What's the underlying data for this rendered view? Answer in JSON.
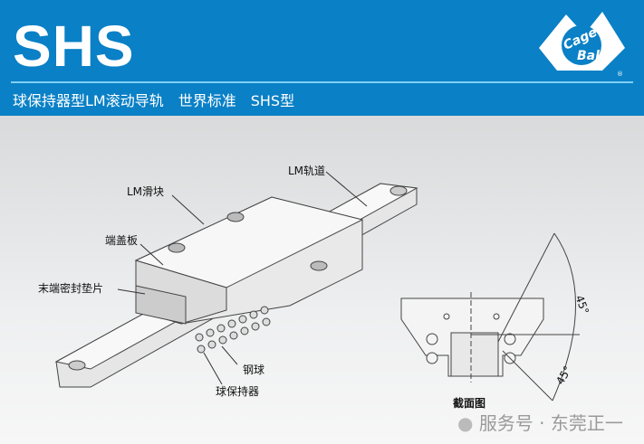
{
  "header": {
    "title": "SHS",
    "subtitle": "球保持器型LM滚动导轨　世界标准　SHS型",
    "logo_text": "Caged Ball",
    "colors": {
      "banner": "#0a80c6",
      "rule": "#7fd0f5"
    }
  },
  "labels": {
    "rail": "LM轨道",
    "block": "LM滑块",
    "end_plate": "端盖板",
    "end_seal": "末端密封垫片",
    "steel_ball": "钢球",
    "ball_cage": "球保持器",
    "section": "截面图",
    "angle_top": "45°",
    "angle_bottom": "45°"
  },
  "watermark": "服务号 · 东莞正一"
}
